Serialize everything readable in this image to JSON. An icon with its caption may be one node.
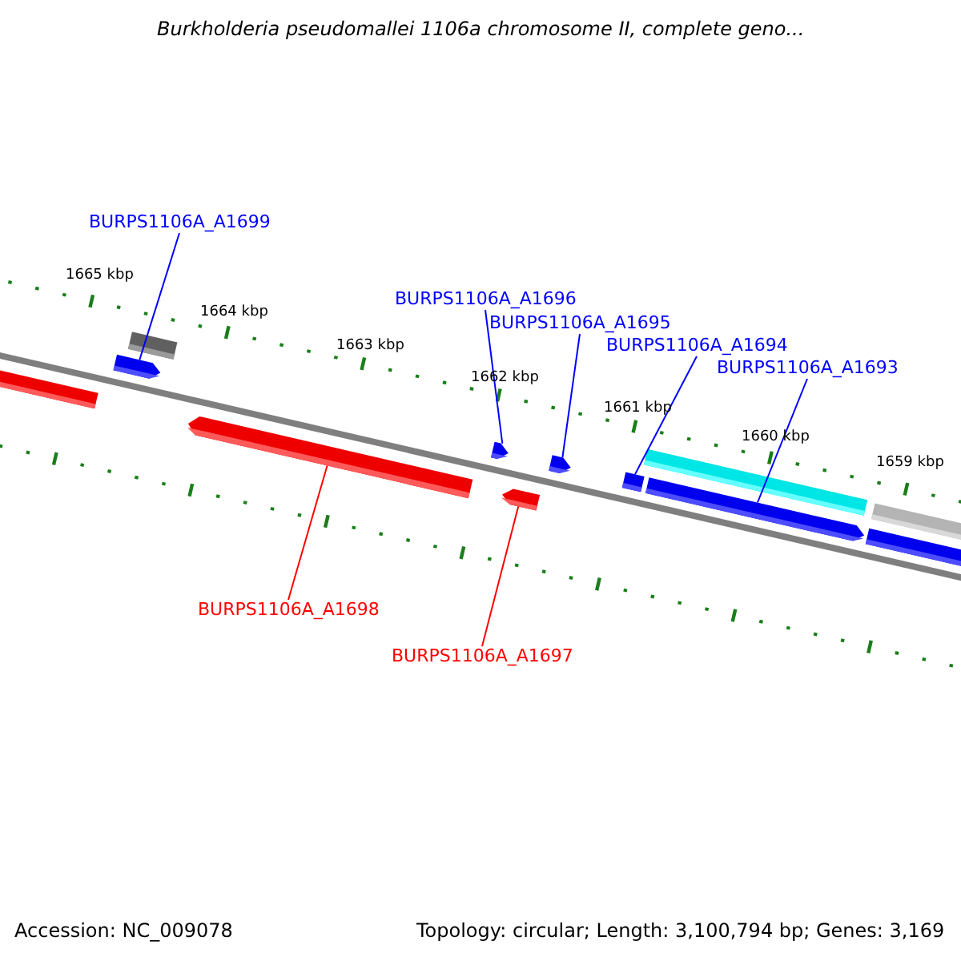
{
  "diagram": {
    "title": "Burkholderia pseudomallei 1106a chromosome II, complete geno...",
    "nodes": [
      {
        "text": [
          "BURPS1106A_A1699"
        ]
      },
      {
        "text": [
          "BURPS1106A_A1696"
        ]
      },
      {
        "text": [
          "BURPS1106A_A1695"
        ]
      },
      {
        "text": [
          "BURPS1106A_A1694"
        ]
      },
      {
        "text": [
          "BURPS1106A_A1693"
        ]
      },
      {
        "text": [
          "BURPS1106A_A1698"
        ]
      },
      {
        "text": [
          "BURPS1106A_A1697"
        ]
      },
      {
        "text": [],
        "shape": "bar"
      },
      {
        "text": [],
        "shape": "bar"
      },
      {
        "text": [],
        "shape": "bar"
      },
      {
        "text": [],
        "shape": "bar"
      },
      {
        "text": [],
        "shape": "bar"
      },
      {
        "text": [],
        "shape": "bar"
      },
      {
        "text": [],
        "shape": "bar"
      }
    ],
    "edges": [
      {
        "from": 0,
        "to": 7,
        "arrow": "none"
      },
      {
        "from": 1,
        "to": 9,
        "arrow": "none"
      },
      {
        "from": 2,
        "to": 11,
        "arrow": "none"
      },
      {
        "from": 3,
        "to": 12,
        "arrow": "none"
      },
      {
        "from": 4,
        "to": 13,
        "arrow": "none"
      },
      {
        "from": 5,
        "to": 8,
        "arrow": "none",
        "color": "#ff0000"
      },
      {
        "from": 6,
        "to": 10,
        "arrow": "none",
        "color": "#ff0000"
      }
    ],
    "labels": [
      "1665 kbp",
      "1664 kbp",
      "1663 kbp",
      "1662 kbp",
      "1661 kbp",
      "1660 kbp",
      "1659 kbp",
      "Accession: NC_009078",
      "Topology: circular; Length: 3,100,794 bp; Genes: 3,169"
    ]
  }
}
